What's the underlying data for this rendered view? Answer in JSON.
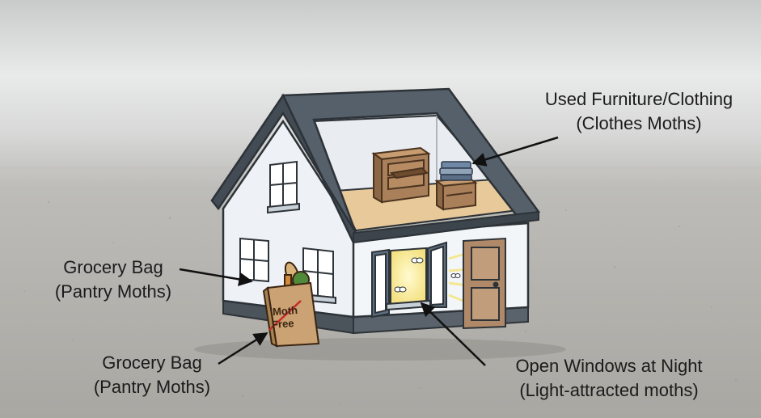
{
  "labels": {
    "furniture": {
      "line1": "Used Furniture/Clothing",
      "line2": "(Clothes Moths)"
    },
    "grocery_upper": {
      "line1": "Grocery Bag",
      "line2": "(Pantry Moths)"
    },
    "grocery_lower": {
      "line1": "Grocery Bag",
      "line2": "(Pantry Moths)"
    },
    "windows": {
      "line1": "Open Windows at Night",
      "line2": "(Light-attracted moths)"
    }
  },
  "bag": {
    "line1": "Moth",
    "line2": "Free"
  },
  "colors": {
    "roof": "#55606a",
    "wall": "#eef2f6",
    "floor": "#e8c99a",
    "wood": "#a9805a",
    "door": "#b08a68",
    "window_glow": "#fbf1a4",
    "bag": "#caa273",
    "counter": "#b9b7b2"
  }
}
